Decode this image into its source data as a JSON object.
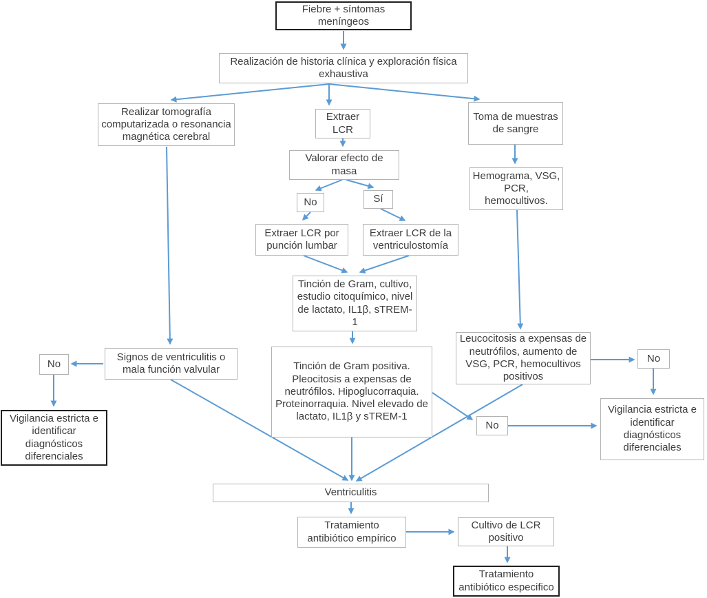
{
  "diagram": {
    "type": "flowchart",
    "language": "es",
    "colors": {
      "arrow": "#5b9bd5",
      "border_gray": "#b3b3b3",
      "border_black": "#1f1f1f",
      "text": "#3d3d3d",
      "background": "#ffffff"
    },
    "nodes": {
      "fiebre": {
        "text": "Fiebre + síntomas meníngeos"
      },
      "historia": {
        "text": "Realización de historia clínica y exploración física exhaustiva"
      },
      "tomografia": {
        "text": "Realizar tomografía computarizada o resonancia magnética cerebral"
      },
      "extraer_lcr": {
        "text": "Extraer LCR"
      },
      "toma_muestras": {
        "text": "Toma de muestras de sangre"
      },
      "valorar": {
        "text": "Valorar efecto de masa"
      },
      "no_masa": {
        "text": "No"
      },
      "si_masa": {
        "text": "Sí"
      },
      "hemograma": {
        "text": "Hemograma, VSG, PCR, hemocultivos."
      },
      "puncion": {
        "text": "Extraer LCR por punción lumbar"
      },
      "ventriculostomia": {
        "text": "Extraer LCR de la ventriculostomía"
      },
      "tincion_gram": {
        "text": "Tinción de Gram, cultivo, estudio citoquímico, nivel de lactato, IL1β, sTREM-1"
      },
      "signos": {
        "text": "Signos de ventriculitis o mala función valvular"
      },
      "no_left": {
        "text": "No"
      },
      "vigilancia_left": {
        "text": "Vigilancia estricta e identificar diagnósticos diferenciales"
      },
      "tincion_positiva": {
        "text": "Tinción de Gram positiva. Pleocitosis a expensas de neutrófilos. Hipoglucorraquia. Proteinorraquia. Nivel elevado de lactato, IL1β y sTREM-1"
      },
      "leucocitosis": {
        "text": "Leucocitosis a expensas de neutrófilos, aumento de VSG, PCR, hemocultivos positivos"
      },
      "no_right": {
        "text": "No"
      },
      "vigilancia_right": {
        "text": "Vigilancia estricta e identificar diagnósticos diferenciales"
      },
      "no_mid": {
        "text": "No"
      },
      "ventriculitis": {
        "text": "Ventriculitis"
      },
      "empirico": {
        "text": "Tratamiento antibiótico empírico"
      },
      "cultivo": {
        "text": "Cultivo de LCR positivo"
      },
      "especifico": {
        "text": "Tratamiento antibiótico especifico"
      }
    }
  }
}
